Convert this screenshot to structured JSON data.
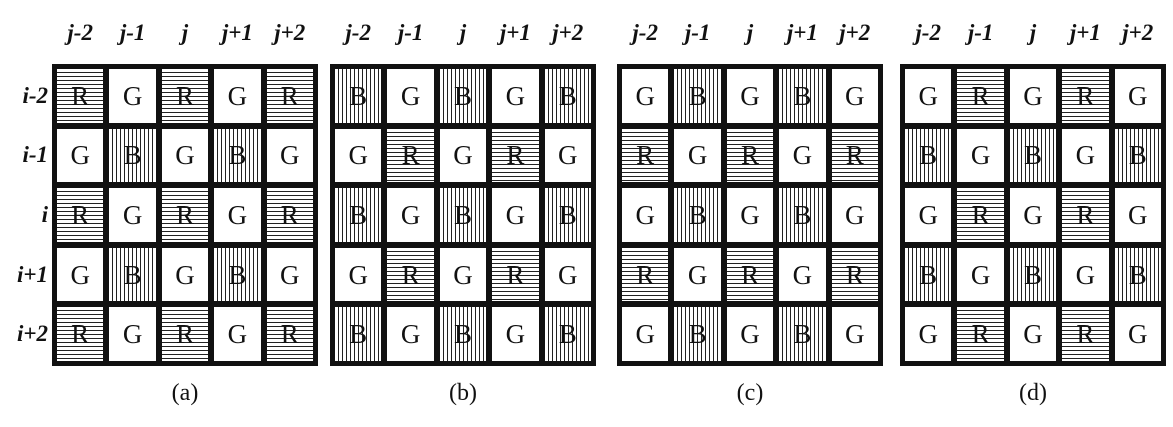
{
  "column_labels": [
    "j-2",
    "j-1",
    "j",
    "j+1",
    "j+2"
  ],
  "row_labels": [
    "i-2",
    "i-1",
    "i",
    "i+1",
    "i+2"
  ],
  "legend_letters": {
    "R": "R",
    "G": "G",
    "B": "B"
  },
  "panels": [
    {
      "caption": "(a)",
      "grid": [
        [
          "R",
          "G",
          "R",
          "G",
          "R"
        ],
        [
          "G",
          "B",
          "G",
          "B",
          "G"
        ],
        [
          "R",
          "G",
          "R",
          "G",
          "R"
        ],
        [
          "G",
          "B",
          "G",
          "B",
          "G"
        ],
        [
          "R",
          "G",
          "R",
          "G",
          "R"
        ]
      ]
    },
    {
      "caption": "(b)",
      "grid": [
        [
          "B",
          "G",
          "B",
          "G",
          "B"
        ],
        [
          "G",
          "R",
          "G",
          "R",
          "G"
        ],
        [
          "B",
          "G",
          "B",
          "G",
          "B"
        ],
        [
          "G",
          "R",
          "G",
          "R",
          "G"
        ],
        [
          "B",
          "G",
          "B",
          "G",
          "B"
        ]
      ]
    },
    {
      "caption": "(c)",
      "grid": [
        [
          "G",
          "B",
          "G",
          "B",
          "G"
        ],
        [
          "R",
          "G",
          "R",
          "G",
          "R"
        ],
        [
          "G",
          "B",
          "G",
          "B",
          "G"
        ],
        [
          "R",
          "G",
          "R",
          "G",
          "R"
        ],
        [
          "G",
          "B",
          "G",
          "B",
          "G"
        ]
      ]
    },
    {
      "caption": "(d)",
      "grid": [
        [
          "G",
          "R",
          "G",
          "R",
          "G"
        ],
        [
          "B",
          "G",
          "B",
          "G",
          "B"
        ],
        [
          "G",
          "R",
          "G",
          "R",
          "G"
        ],
        [
          "B",
          "G",
          "B",
          "G",
          "B"
        ],
        [
          "G",
          "R",
          "G",
          "R",
          "G"
        ]
      ]
    }
  ]
}
